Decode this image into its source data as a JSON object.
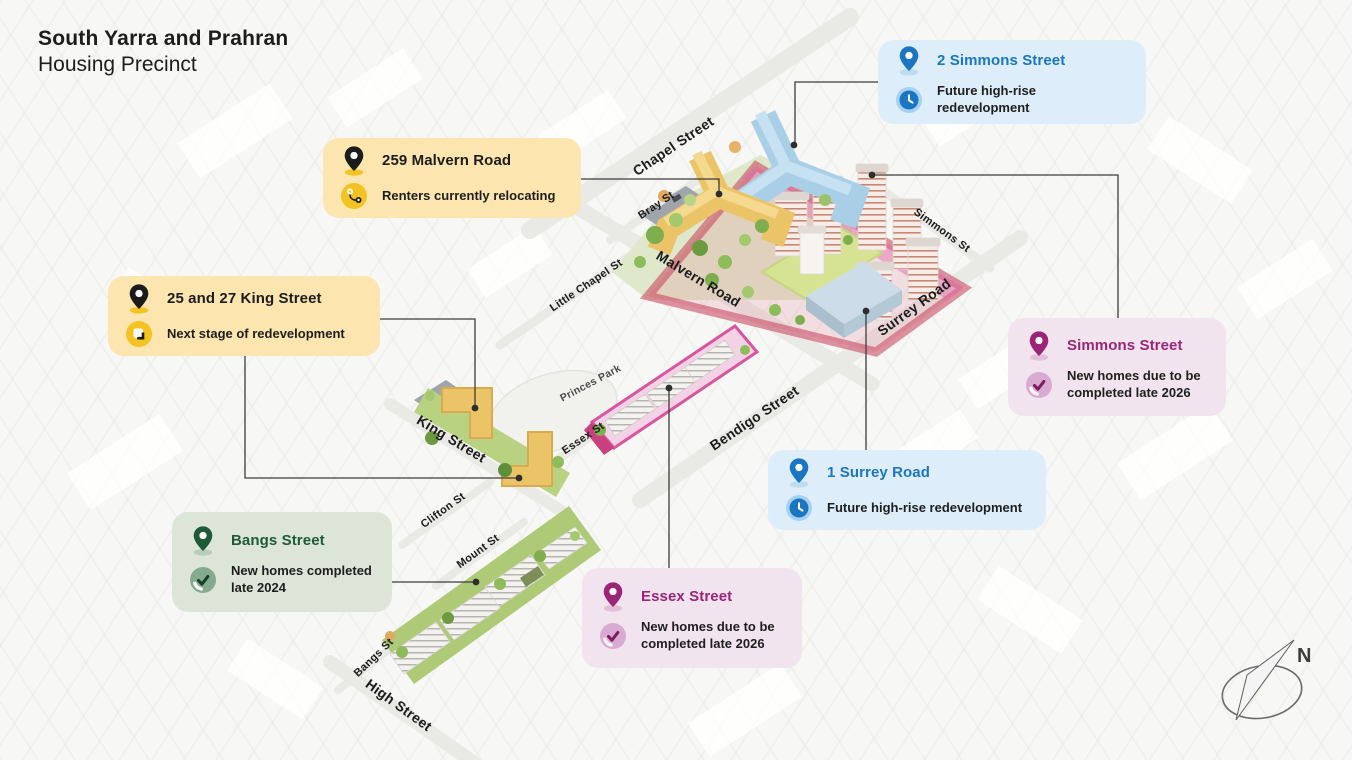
{
  "page": {
    "title_line1": "South Yarra and Prahran",
    "title_line2": "Housing Precinct"
  },
  "callouts": {
    "simmons2": {
      "title": "2 Simmons Street",
      "subtitle": "Future high-rise redevelopment",
      "icon": "clock-icon",
      "theme_color": "#1b76c1"
    },
    "malvern": {
      "title": "259 Malvern Road",
      "subtitle": "Renters currently relocating",
      "icon": "relocate-icon",
      "theme_color": "#f3c421"
    },
    "king": {
      "title": "25 and 27 King Street",
      "subtitle": "Next stage of redevelopment",
      "icon": "next-stage-icon",
      "theme_color": "#f3c421"
    },
    "simmons": {
      "title": "Simmons Street",
      "subtitle": "New homes due to be completed late 2026",
      "icon": "check-icon",
      "theme_color": "#9c2476"
    },
    "surrey": {
      "title": "1 Surrey Road",
      "subtitle": "Future high-rise redevelopment",
      "icon": "clock-icon",
      "theme_color": "#1b76c1"
    },
    "bangs": {
      "title": "Bangs Street",
      "subtitle": "New homes completed late 2024",
      "icon": "check-icon",
      "theme_color": "#1c5a38"
    },
    "essex": {
      "title": "Essex Street",
      "subtitle": "New homes due to be completed late 2026",
      "icon": "check-icon",
      "theme_color": "#9c2476"
    }
  },
  "map": {
    "streets": [
      {
        "label": "Chapel Street"
      },
      {
        "label": "Bray St"
      },
      {
        "label": "Little Chapel St"
      },
      {
        "label": "Malvern Road"
      },
      {
        "label": "Simmons St"
      },
      {
        "label": "Surrey Road"
      },
      {
        "label": "Bendigo Street"
      },
      {
        "label": "Princes Park"
      },
      {
        "label": "Essex St"
      },
      {
        "label": "King Street"
      },
      {
        "label": "Clifton St"
      },
      {
        "label": "Mount St"
      },
      {
        "label": "Bangs St"
      },
      {
        "label": "High Street"
      }
    ],
    "compass_label": "N"
  },
  "colors": {
    "blue_bg": "#ddedfa",
    "yellow_bg": "#fce5ae",
    "pink_bg": "#f2e4ef",
    "green_bg": "#dde5d9",
    "blue_accent": "#1b76c1",
    "yellow_accent": "#f3c421",
    "pink_accent": "#9c2476",
    "green_accent": "#1c5a38",
    "zone_highlight": "#d0447a",
    "lawn": "#d6e393",
    "building_yellow": "#ecc468",
    "building_blue": "#a9cfe7"
  }
}
